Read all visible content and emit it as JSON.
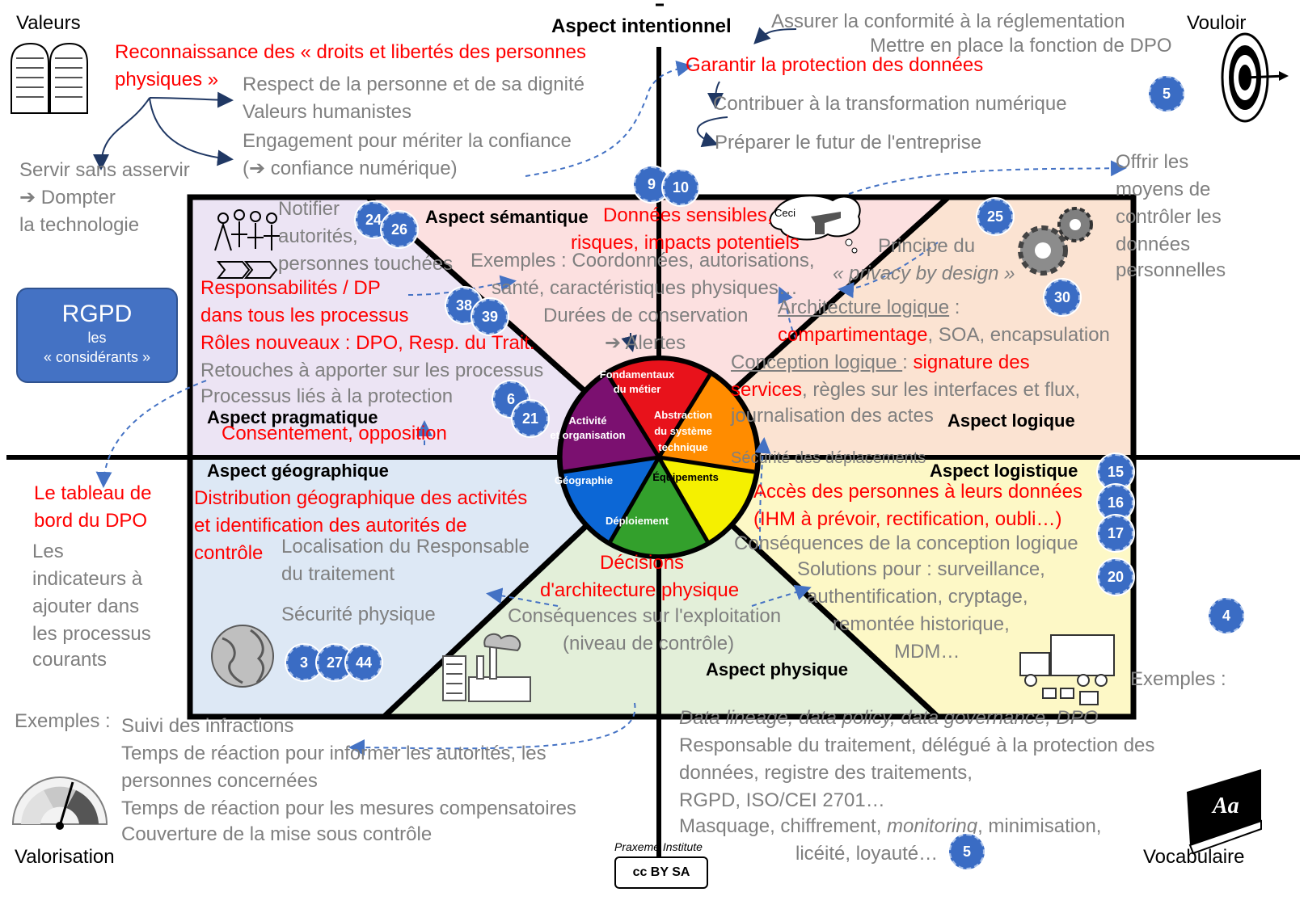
{
  "corners": {
    "valeurs": "Valeurs",
    "vouloir": "Vouloir",
    "valorisation": "Valorisation",
    "vocabulaire": "Vocabulaire"
  },
  "aspects": {
    "intentionnel": "Aspect intentionnel",
    "semantique": "Aspect sémantique",
    "pragmatique": "Aspect pragmatique",
    "logique": "Aspect logique",
    "geographique": "Aspect géographique",
    "logistique": "Aspect logistique",
    "physique": "Aspect physique"
  },
  "values_block": {
    "red": [
      "Reconnaissance des « droits et libertés des personnes",
      "physiques »"
    ],
    "gray": [
      "Respect de la personne et de sa dignité",
      "Valeurs humanistes",
      "Engagement pour mériter la confiance",
      "(➔ confiance numérique)"
    ],
    "servir": [
      "Servir sans asservir",
      "➔ Dompter",
      "la technologie"
    ]
  },
  "intent_block": {
    "gray_top": [
      "Assurer la conformité à la réglementation",
      "Mettre en place la fonction de DPO"
    ],
    "red": "Garantir la protection des données",
    "gray": [
      "Contribuer à la transformation numérique",
      "Préparer le futur de l'entreprise"
    ]
  },
  "offer_block": [
    "Offrir les",
    "moyens de",
    "contrôler les",
    "données",
    "personnelles"
  ],
  "rgpd": {
    "title": "RGPD",
    "sub1": "les",
    "sub2": "« considérants »"
  },
  "pragmatic_block": {
    "notifier": [
      "Notifier",
      "autorités,",
      "personnes touchées"
    ],
    "red": [
      "Responsabilités  / DP",
      "dans tous les processus",
      "Rôles nouveaux : DPO, Resp. du Trait."
    ],
    "gray": [
      "Retouches à apporter sur les processus",
      "Processus liés à la protection"
    ],
    "red_bottom": "Consentement, opposition"
  },
  "semantic_block": {
    "red": [
      "Données sensibles,",
      "risques,  impacts potentiels"
    ],
    "gray": [
      "Exemples : Coordonnées,  autorisations,",
      "santé, caractéristiques physiques…",
      "Durées de conservation",
      "➔ Alertes"
    ],
    "ceci": "Ceci"
  },
  "logic_block": {
    "principe": [
      "Principe du",
      "« privacy by design »"
    ],
    "archi_label": "Architecture logique",
    "archi_colon": " :",
    "archi_red": "compartimentage",
    "archi_rest": ", SOA, encapsulation",
    "concept_label": "Conception logique ",
    "concept_colon": " : ",
    "concept_red1": "signature des",
    "concept_red2": "services",
    "concept_rest": ", règles sur les interfaces et flux,",
    "journal": "journalisation  des actes"
  },
  "geo_block": {
    "red": [
      "Distribution géographique des activités",
      "et identification des autorités de",
      "contrôle"
    ],
    "gray": [
      "Localisation du Responsable",
      "du traitement",
      "Sécurité physique"
    ]
  },
  "logistic_block": {
    "securite": "Sécurité des déplacements",
    "red": [
      "Accès des personnes à leurs données",
      "(IHM à prévoir, rectification, oubli…)"
    ],
    "gray": [
      "Conséquences  de la conception logique",
      "Solutions  pour : surveillance,",
      "authentification, cryptage,",
      "remontée historique,",
      "MDM…"
    ]
  },
  "physical_block": {
    "red": [
      "Décisions",
      "d'architecture physique"
    ],
    "gray": [
      "Conséquences  sur l'exploitation",
      "(niveau de contrôle)"
    ]
  },
  "dashboard_block": {
    "red": [
      "Le tableau de",
      "bord du DPO"
    ],
    "gray": [
      "Les",
      "indicateurs à",
      "ajouter dans",
      "les processus",
      "courants"
    ]
  },
  "valorisation_block": {
    "exemples": "Exemples :",
    "lines": [
      "Suivi des infractions",
      "Temps de réaction pour  informer les autorités, les",
      "personnes concernées",
      "Temps de réaction pour  les mesures  compensatoires",
      "Couverture de la mise sous contrôle"
    ]
  },
  "vocab_block": {
    "exemples": "Exemples :",
    "line1": "Data lineage, data policy, data governance, DPO",
    "lines": [
      "Responsable  du traitement, délégué à la protection des",
      "données,  registre des traitements,",
      "RGPD, ISO/CEI 2701…"
    ],
    "mask_a": "Masquage, chiffrement, ",
    "mask_b": "monitoring",
    "mask_c": ",  minimisation,",
    "last": "licéité, loyauté…"
  },
  "wheel": {
    "fondamentaux": [
      "Fondamentaux",
      "du métier"
    ],
    "abstraction": [
      "Abstraction",
      "du système",
      "technique"
    ],
    "activite": [
      "Activité",
      "et organisation"
    ],
    "equipements": "Équipements",
    "geographie": "Géographie",
    "deploiement": "Déploiement"
  },
  "badges": [
    "5",
    "9",
    "10",
    "24",
    "26",
    "25",
    "30",
    "38",
    "39",
    "6",
    "21",
    "15",
    "16",
    "17",
    "20",
    "4",
    "3",
    "27",
    "44",
    "5"
  ],
  "footer": {
    "praxeme": "Praxeme Institute",
    "cc": "cc BY SA"
  },
  "colors": {
    "red": "#ff0000",
    "gray": "#7f7f7f",
    "badge": "#3a6cc4",
    "semantic": "#fce0e0",
    "pragmatic": "#ece4f4",
    "logic": "#fbe3d2",
    "geographic": "#dde8f5",
    "logistic": "#fdf8c6",
    "physical": "#e3efd9"
  }
}
